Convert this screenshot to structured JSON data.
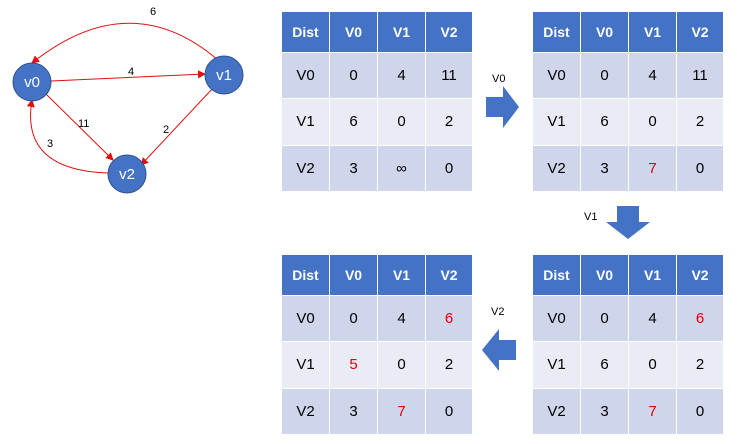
{
  "graph": {
    "nodes": [
      {
        "id": "v0",
        "label": "v0"
      },
      {
        "id": "v1",
        "label": "v1"
      },
      {
        "id": "v2",
        "label": "v2"
      }
    ],
    "edges": [
      {
        "from": "v1",
        "to": "v0",
        "weight": "6"
      },
      {
        "from": "v0",
        "to": "v1",
        "weight": "4"
      },
      {
        "from": "v0",
        "to": "v2",
        "weight": "11"
      },
      {
        "from": "v1",
        "to": "v2",
        "weight": "2"
      },
      {
        "from": "v2",
        "to": "v0",
        "weight": "3"
      }
    ]
  },
  "tables": [
    {
      "headers": [
        "Dist",
        "V0",
        "V1",
        "V2"
      ],
      "rows": [
        {
          "label": "V0",
          "cells": [
            {
              "v": "0"
            },
            {
              "v": "4"
            },
            {
              "v": "11"
            }
          ]
        },
        {
          "label": "V1",
          "cells": [
            {
              "v": "6"
            },
            {
              "v": "0"
            },
            {
              "v": "2"
            }
          ]
        },
        {
          "label": "V2",
          "cells": [
            {
              "v": "3"
            },
            {
              "v": "∞"
            },
            {
              "v": "0"
            }
          ]
        }
      ]
    },
    {
      "headers": [
        "Dist",
        "V0",
        "V1",
        "V2"
      ],
      "rows": [
        {
          "label": "V0",
          "cells": [
            {
              "v": "0"
            },
            {
              "v": "4"
            },
            {
              "v": "11"
            }
          ]
        },
        {
          "label": "V1",
          "cells": [
            {
              "v": "6"
            },
            {
              "v": "0"
            },
            {
              "v": "2"
            }
          ]
        },
        {
          "label": "V2",
          "cells": [
            {
              "v": "3"
            },
            {
              "v": "7",
              "changed": true
            },
            {
              "v": "0"
            }
          ]
        }
      ]
    },
    {
      "headers": [
        "Dist",
        "V0",
        "V1",
        "V2"
      ],
      "rows": [
        {
          "label": "V0",
          "cells": [
            {
              "v": "0"
            },
            {
              "v": "4"
            },
            {
              "v": "6",
              "changed": true
            }
          ]
        },
        {
          "label": "V1",
          "cells": [
            {
              "v": "6"
            },
            {
              "v": "0"
            },
            {
              "v": "2"
            }
          ]
        },
        {
          "label": "V2",
          "cells": [
            {
              "v": "3"
            },
            {
              "v": "7",
              "changed": true
            },
            {
              "v": "0"
            }
          ]
        }
      ]
    },
    {
      "headers": [
        "Dist",
        "V0",
        "V1",
        "V2"
      ],
      "rows": [
        {
          "label": "V0",
          "cells": [
            {
              "v": "0"
            },
            {
              "v": "4"
            },
            {
              "v": "6",
              "changed": true
            }
          ]
        },
        {
          "label": "V1",
          "cells": [
            {
              "v": "5",
              "changed": true
            },
            {
              "v": "0"
            },
            {
              "v": "2"
            }
          ]
        },
        {
          "label": "V2",
          "cells": [
            {
              "v": "3"
            },
            {
              "v": "7",
              "changed": true
            },
            {
              "v": "0"
            }
          ]
        }
      ]
    }
  ],
  "steps": [
    {
      "label": "V0",
      "direction": "right"
    },
    {
      "label": "V1",
      "direction": "down"
    },
    {
      "label": "V2",
      "direction": "left"
    }
  ],
  "colors": {
    "node_fill": "#4472c4",
    "edge": "#e01010",
    "header": "#4472c4",
    "row_dark": "#cfd5ea",
    "row_light": "#e9ebf5",
    "changed_value": "#e00000",
    "arrow": "#4472c4"
  }
}
